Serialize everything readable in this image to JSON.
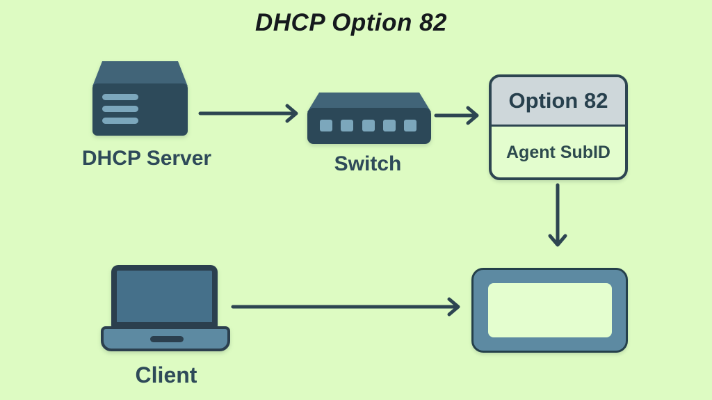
{
  "title": "DHCP Option 82",
  "nodes": {
    "server": {
      "label": "DHCP Server",
      "icon": "server-icon"
    },
    "switch": {
      "label": "Switch",
      "icon": "switch-icon"
    },
    "option82": {
      "header": "Option 82",
      "sub": "Agent SubID"
    },
    "client": {
      "label": "Client",
      "icon": "laptop-icon"
    },
    "device": {
      "icon": "device-frame-icon",
      "screen_text": ""
    }
  },
  "connections": [
    {
      "from": "dhcp-server",
      "to": "switch",
      "direction": "right"
    },
    {
      "from": "switch",
      "to": "option82",
      "direction": "right"
    },
    {
      "from": "option82",
      "to": "device",
      "direction": "down"
    },
    {
      "from": "client",
      "to": "device",
      "direction": "right"
    }
  ],
  "colors": {
    "background": "#ddfbc2",
    "title_text": "#15191d",
    "label_text": "#2e4a59",
    "stroke_dark": "#2d4551",
    "icon_front": "#2d4a5a",
    "icon_top_face": "#416478",
    "icon_accent_light": "#7ca7bc",
    "option_header_bg": "#ced7da",
    "option_body_bg": "#e3fdce",
    "device_frame_fill": "#5d8aa2",
    "laptop_screen_fill": "#45708a"
  }
}
